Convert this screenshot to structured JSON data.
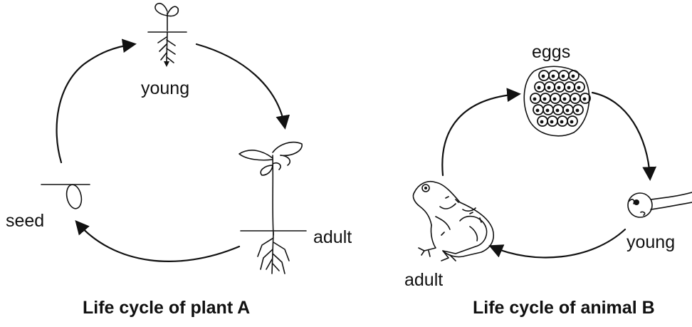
{
  "plant_cycle": {
    "title": "Life cycle of plant A",
    "stages": {
      "seed": "seed",
      "young": "young",
      "adult": "adult"
    }
  },
  "animal_cycle": {
    "title": "Life cycle of animal B",
    "stages": {
      "eggs": "eggs",
      "young": "young",
      "adult": "adult"
    }
  },
  "icons": {
    "seed": "seed-icon",
    "seedling": "seedling-icon",
    "plant": "plant-icon",
    "eggs": "egg-mass-icon",
    "tadpole": "tadpole-icon",
    "frog": "frog-icon"
  },
  "colors": {
    "ink": "#111111",
    "background": "#ffffff"
  }
}
